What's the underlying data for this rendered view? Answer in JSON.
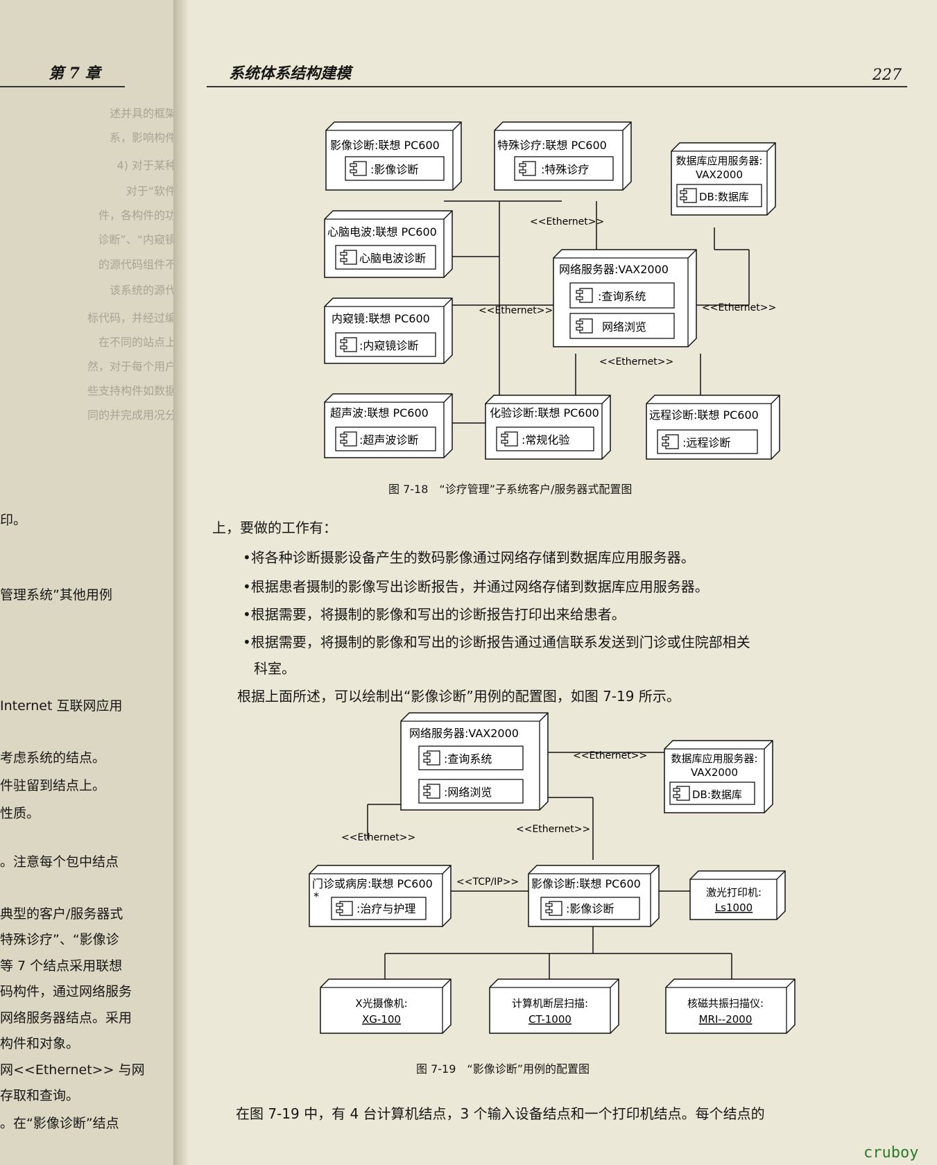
{
  "left": {
    "header": "第 7 章",
    "lines": [
      "印。",
      "管理系统”其他用例",
      "Internet 互联网应用",
      "考虑系统的结点。",
      "件驻留到结点上。",
      "性质。",
      "。注意每个包中结点",
      "典型的客户/服务器式",
      "特殊诊疗”、“影像诊",
      "等 7 个结点采用联想",
      "码构件，通过网络服务",
      "网络服务器结点。采用",
      "构件和对象。",
      "网<<Ethernet>> 与网",
      "存取和查询。",
      "。在“影像诊断”结点"
    ],
    "ghost": [
      "述并具的框架",
      "系，影响构件",
      "4) 对于某种",
      "对于“软件",
      "件，各构件的功",
      "诊断”、“内窥镜",
      "的源代码组件不",
      "该系统的源代",
      "标代码，并经过编",
      "在不同的站点上",
      "然，对于每个用户",
      "些支持构件如数据",
      "同的并完成用况分"
    ]
  },
  "header": {
    "title": "系统体系结构建模",
    "page_number": "227"
  },
  "figure18": {
    "caption": "图 7-18　“诊疗管理”子系统客户/服务器式配置图",
    "nodes": {
      "imaging": {
        "title": "影像诊断:联想 PC600",
        "component": ":影像诊断"
      },
      "special": {
        "title": "特殊诊疗:联想 PC600",
        "component": ":特殊诊疗"
      },
      "db_title_1": "数据库应用服务器:",
      "db_title_2": "VAX2000",
      "db_component": "DB:数据库",
      "ecg": {
        "title": "心脑电波:联想 PC600",
        "component": "心脑电波诊断"
      },
      "server": {
        "title": "网络服务器:VAX2000",
        "query": ":查询系统",
        "browse": "网络浏览"
      },
      "endoscope": {
        "title": "内窥镜:联想 PC600",
        "component": ":内窥镜诊断"
      },
      "ultrasound": {
        "title": "超声波:联想 PC600",
        "component": ":超声波诊断"
      },
      "lab": {
        "title": "化验诊断:联想 PC600",
        "component": ":常规化验"
      },
      "remote": {
        "title": "远程诊断:联想 PC600",
        "component": ":远程诊断"
      }
    },
    "links": {
      "ethernet_top": "<<Ethernet>>",
      "ethernet_left": "<<Ethernet>>",
      "ethernet_right": "<<Ethernet>>",
      "ethernet_bottom": "<<Ethernet>>"
    }
  },
  "body": {
    "intro": "上，要做的工作有：",
    "bullets": [
      "•将各种诊断摄影设备产生的数码影像通过网络存储到数据库应用服务器。",
      "•根据患者摄制的影像写出诊断报告，并通过网络存储到数据库应用服务器。",
      "•根据需要，将摄制的影像和写出的诊断报告打印出来给患者。",
      "•根据需要，将摄制的影像和写出的诊断报告通过通信联系发送到门诊或住院部相关"
    ],
    "bullet4_cont": "科室。",
    "para": "根据上面所述，可以绘制出“影像诊断”用例的配置图，如图 7-19 所示。",
    "bottom": "在图 7-19 中，有 4 台计算机结点，3 个输入设备结点和一个打印机结点。每个结点的"
  },
  "figure19": {
    "caption": "图 7-19　“影像诊断”用例的配置图",
    "nodes": {
      "server": {
        "title": "网络服务器:VAX2000",
        "query": ":查询系统",
        "browse": ":网络浏览"
      },
      "db_title_1": "数据库应用服务器:",
      "db_title_2": "VAX2000",
      "db_component": "DB:数据库",
      "clinic": {
        "title": "门诊或病房:联想 PC600",
        "component": ":治疗与护理",
        "mult": "*"
      },
      "imaging": {
        "title": "影像诊断:联想 PC600",
        "component": ":影像诊断"
      },
      "printer_1": "激光打印机:",
      "printer_2": "Ls1000",
      "xray_1": "X光摄像机:",
      "xray_2": "XG-100",
      "ct_1": "计算机断层扫描:",
      "ct_2": "CT-1000",
      "mri_1": "核磁共振扫描仪:",
      "mri_2": "MRI--2000"
    },
    "links": {
      "ethernet_db": "<<Ethernet>>",
      "ethernet_left": "<<Ethernet>>",
      "ethernet_right": "<<Ethernet>>",
      "tcpip": "<<TCP/IP>>"
    }
  },
  "watermark": "cruboy"
}
